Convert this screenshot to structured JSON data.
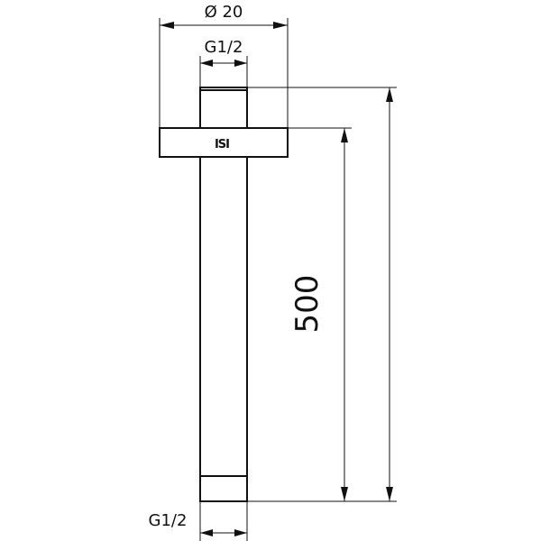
{
  "drawing": {
    "dimensions": {
      "flange_diameter": "Ø 20",
      "top_thread": "G1/2",
      "bottom_thread": "G1/2",
      "length": "500"
    },
    "logo_text": "ISI",
    "line_color": "#111111",
    "background": "#ffffff"
  }
}
